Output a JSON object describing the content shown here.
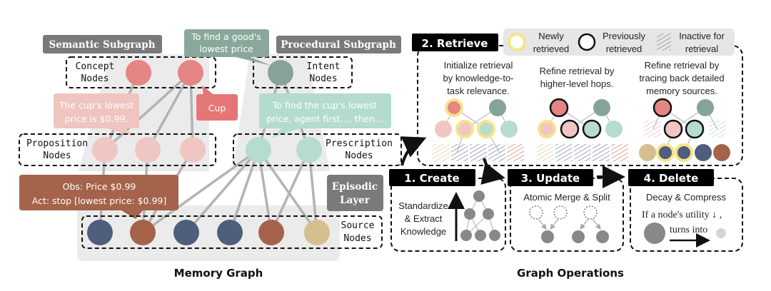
{
  "memory_graph": {
    "title": "Memory Graph",
    "semantic_label": "Semantic Subgraph",
    "procedural_label": "Procedural Subgraph",
    "episodic_label": [
      "Episodic",
      "Layer"
    ],
    "concept_label": [
      "Concept",
      "Nodes"
    ],
    "intent_label": [
      "Intent",
      "Nodes"
    ],
    "proposition_label": [
      "Proposition",
      "Nodes"
    ],
    "prescription_label": [
      "Prescription",
      "Nodes"
    ],
    "source_label": [
      "Source",
      "Nodes"
    ],
    "bubbles": {
      "intent": [
        "To find a good's",
        "lowest price"
      ],
      "concept": "Cup",
      "proposition": [
        "The cup's lowest",
        "price is $0.99."
      ],
      "prescription": [
        "To find the cup's lowest",
        "price, agent first..., then..."
      ],
      "source": [
        "Obs: Price $0.99",
        "Act: stop [lowest price: $0.99]"
      ]
    },
    "colors": {
      "concept": "#e58584",
      "intent": "#87a397",
      "proposition": "#f0c6c3",
      "prescription": "#b5dccd",
      "source_blue": "#4e5e7c",
      "source_brown": "#a4634a",
      "source_tan": "#d4c08e",
      "newly": "#f7e38a"
    }
  },
  "operations": {
    "title": "Graph Operations",
    "retrieve": {
      "label": "2. Retrieve",
      "legend": [
        {
          "icon": "yellow-ring-icon",
          "text": [
            "Newly",
            "retrieved"
          ]
        },
        {
          "icon": "black-ring-icon",
          "text": [
            "Previously",
            "retrieved"
          ]
        },
        {
          "icon": "hatch-icon",
          "text": [
            "Inactive for",
            "retrieval"
          ]
        }
      ],
      "steps": [
        [
          "Initialize retrieval",
          "by knowledge-to-",
          "task relevance."
        ],
        [
          "Refine retrieval by",
          "higher-level hops."
        ],
        [
          "Refine retrieval by",
          "tracing back detailed",
          "memory sources."
        ]
      ]
    },
    "create": {
      "label": "1. Create",
      "text": [
        "Standardize",
        "& Extract",
        "Knowledge"
      ]
    },
    "update": {
      "label": "3. Update",
      "text": "Atomic Merge & Split"
    },
    "delete": {
      "label": "4. Delete",
      "text": "Decay & Compress",
      "rule": "If a node's utility ↓ ,",
      "turns": "turns into"
    }
  }
}
